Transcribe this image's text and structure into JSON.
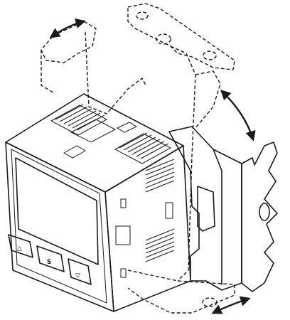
{
  "device": {
    "buttons": [
      {
        "name": "up-button",
        "symbol": "△"
      },
      {
        "name": "set-button",
        "symbol": "S"
      },
      {
        "name": "down-button",
        "symbol": "▽"
      }
    ]
  },
  "colors": {
    "bracket_fill": "#d2d2d2",
    "housing_fill": "#f2f2f2",
    "lcd_fill": "#e6e6e6",
    "outline": "#1a1a1a"
  }
}
